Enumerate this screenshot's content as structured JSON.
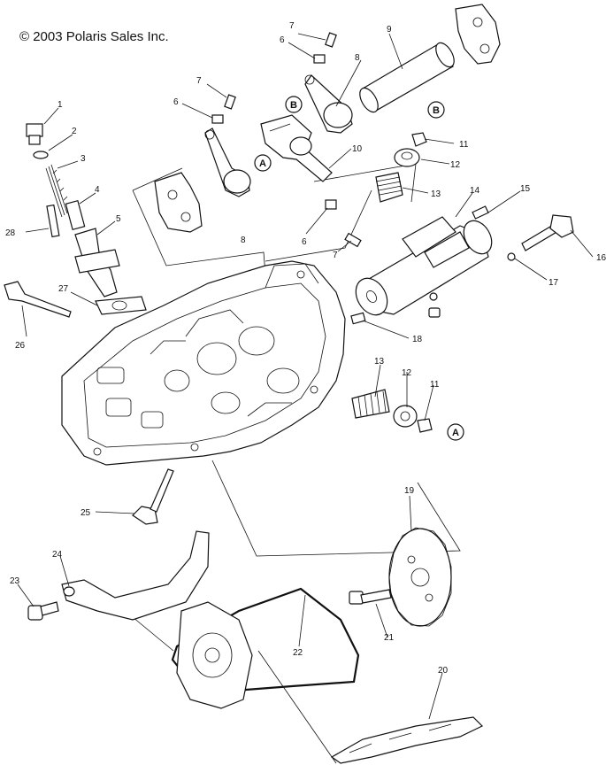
{
  "copyright": "© 2003 Polaris Sales Inc.",
  "callouts": [
    "1",
    "2",
    "3",
    "4",
    "5",
    "6",
    "7",
    "8",
    "9",
    "10",
    "11",
    "12",
    "13",
    "14",
    "15",
    "16",
    "17",
    "18",
    "19",
    "20",
    "21",
    "22",
    "23",
    "24",
    "25",
    "26",
    "27",
    "28"
  ],
  "refs": [
    "A",
    "B"
  ]
}
